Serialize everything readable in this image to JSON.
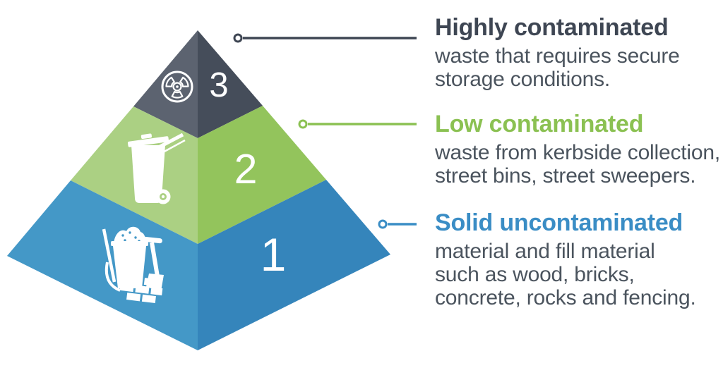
{
  "legend": [
    {
      "level": "3",
      "heading": "Highly contaminated",
      "lines": [
        "waste that requires secure",
        "storage conditions."
      ],
      "accent_color": "#3e4653",
      "face_left_color": "#5c6370",
      "face_right_color": "#454d5a",
      "icon": "radiation-icon"
    },
    {
      "level": "2",
      "heading": "Low contaminated",
      "lines": [
        "waste from kerbside collection,",
        "street bins, street sweepers."
      ],
      "accent_color": "#8bc152",
      "face_left_color": "#abd083",
      "face_right_color": "#93c45c",
      "icon": "wheelie-bin-icon"
    },
    {
      "level": "1",
      "heading": "Solid uncontaminated",
      "lines": [
        "material and fill material",
        "such as wood, bricks,",
        "concrete, rocks and fencing."
      ],
      "accent_color": "#3a8dc5",
      "face_left_color": "#4498c7",
      "face_right_color": "#3585bb",
      "icon": "bucket-and-spade-icon"
    }
  ],
  "body_text_color": "#4b545e",
  "number_color": "#ffffff"
}
